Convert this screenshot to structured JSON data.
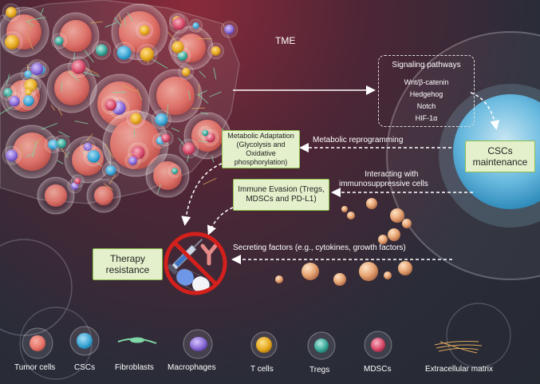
{
  "tme_label": "TME",
  "signaling": {
    "title": "Signaling pathways",
    "items": [
      "Wnt/β-catenin",
      "Hedgehog",
      "Notch",
      "HIF-1α"
    ]
  },
  "cscs_maintenance": [
    "CSCs",
    "maintenance"
  ],
  "metabolic": {
    "box": [
      "Metabolic Adaptation",
      "(Glycolysis and Oxidative",
      "phosphorylation)"
    ],
    "arrow_label": "Metabolic reprogramming"
  },
  "immune": {
    "box": [
      "Immune Evasion (Tregs,",
      "MDSCs and PD-L1)"
    ],
    "arrow_label": [
      "Interacting with",
      "immunosuppressive cells"
    ]
  },
  "secreting_label": "Secreting factors (e.g., cytokines, growth factors)",
  "therapy_resistance": [
    "Therapy",
    "resistance"
  ],
  "legend": [
    "Tumor cells",
    "CSCs",
    "Fibroblasts",
    "Macrophages",
    "T cells",
    "Tregs",
    "MDSCs",
    "Extracellular matrix"
  ],
  "colors": {
    "box_fill": "#e4f0cb",
    "box_border": "#8cbf4e",
    "tumor": "#e8756a",
    "csc": "#3fa7d6",
    "macrophage": "#8a6ad6",
    "tcell": "#e6a91f",
    "treg": "#3aa89a",
    "mdsc": "#d84a6a",
    "prohibit": "#d4201c"
  },
  "icons": [
    "tumor-cell-icon",
    "csc-icon",
    "fibroblast-icon",
    "macrophage-icon",
    "t-cell-icon",
    "treg-icon",
    "mdsc-icon",
    "extracellular-matrix-icon",
    "syringe-icon",
    "antibody-icon",
    "capsule-icon",
    "prohibition-icon"
  ]
}
